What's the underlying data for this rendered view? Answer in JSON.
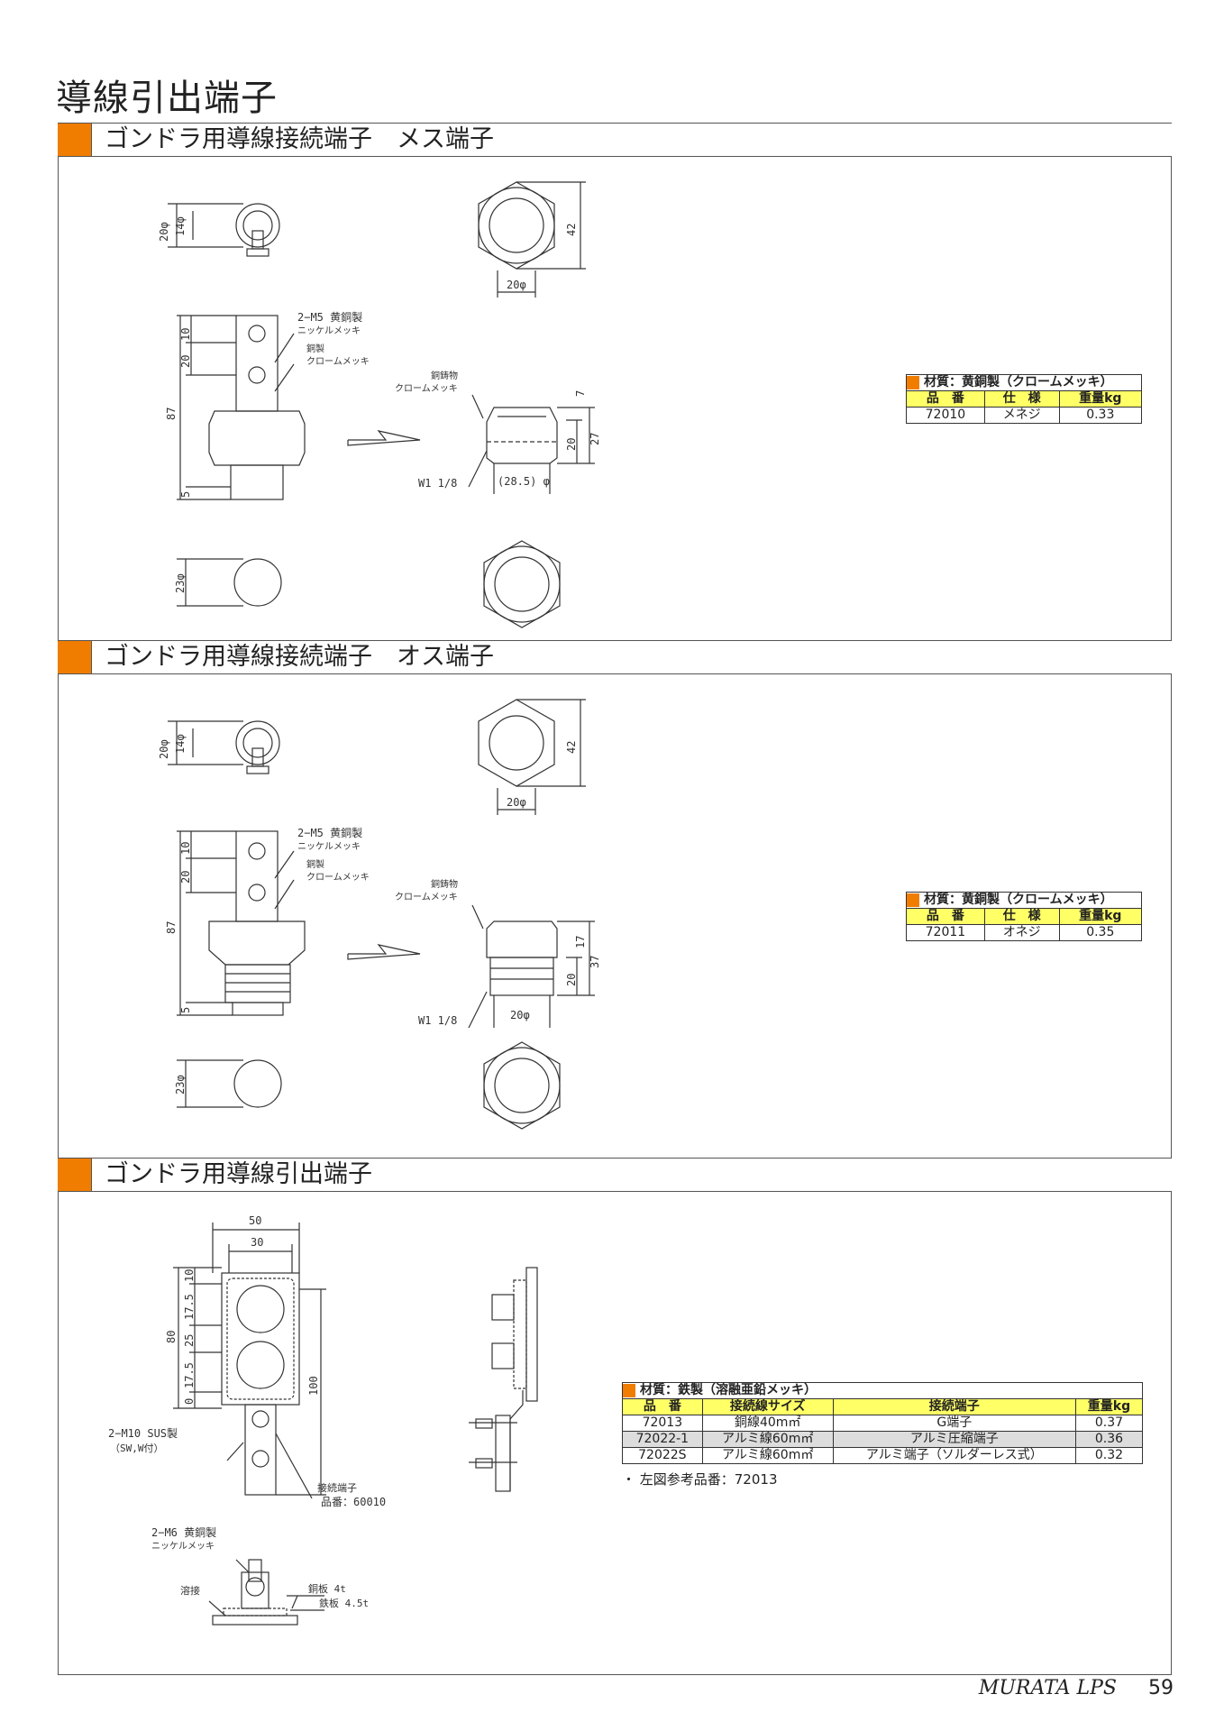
{
  "page_title": "導線引出端子",
  "sections": [
    {
      "title": "ゴンドラ用導線接続端子　メス端子"
    },
    {
      "title": "ゴンドラ用導線接続端子　オス端子"
    },
    {
      "title": "ゴンドラ用導線引出端子"
    }
  ],
  "drawing1": {
    "d20": "20φ",
    "d14": "14φ",
    "hex42": "42",
    "hex20": "20φ",
    "d10": "10",
    "d20b": "20",
    "d87": "87",
    "d5": "5",
    "m5": "2−M5 黄銅製",
    "m5b": "ニッケルメッキ",
    "copper": "銅製",
    "copper_b": "クロームメッキ",
    "cast": "銅鋳物",
    "cast_b": "クロームメッキ",
    "d7": "7",
    "d20c": "20",
    "d27": "27",
    "w1": "W1 1/8",
    "d285": "(28.5) φ",
    "d23": "23φ"
  },
  "drawing2": {
    "d20": "20φ",
    "d14": "14φ",
    "hex42": "42",
    "hex20": "20φ",
    "d10": "10",
    "d20b": "20",
    "d87": "87",
    "d5": "5",
    "m5": "2−M5 黄銅製",
    "m5b": "ニッケルメッキ",
    "copper": "銅製",
    "copper_b": "クロームメッキ",
    "cast": "銅鋳物",
    "cast_b": "クロームメッキ",
    "d17": "17",
    "d20c": "20",
    "d37": "37",
    "w1": "W1 1/8",
    "d20d": "20φ",
    "d23": "23φ"
  },
  "drawing3": {
    "d50": "50",
    "d30": "30",
    "d10": "10",
    "d175a": "17.5",
    "d25": "25",
    "d175b": "17.5",
    "d0": "0",
    "d80": "80",
    "d100": "100",
    "m10": "2−M10 SUS製",
    "m10b": "（SW,W付）",
    "term": "接続端子",
    "term_b": "品番：60010",
    "m6": "2−M6 黄銅製",
    "m6b": "ニッケルメッキ",
    "weld": "溶接",
    "cu4": "銅板 4t",
    "fe45": "鉄板 4.5t"
  },
  "table1": {
    "material": "材質：黄銅製（クロームメッキ）",
    "headers": [
      "品　番",
      "仕　様",
      "重量kg"
    ],
    "rows": [
      [
        "72010",
        "メネジ",
        "0.33"
      ]
    ]
  },
  "table2": {
    "material": "材質：黄銅製（クロームメッキ）",
    "headers": [
      "品　番",
      "仕　様",
      "重量kg"
    ],
    "rows": [
      [
        "72011",
        "オネジ",
        "0.35"
      ]
    ]
  },
  "table3": {
    "material": "材質：鉄製（溶融亜鉛メッキ）",
    "headers": [
      "品　番",
      "接続線サイズ",
      "接続端子",
      "重量kg"
    ],
    "rows": [
      [
        "72013",
        "銅線40m㎡",
        "G端子",
        "0.37"
      ],
      [
        "72022-1",
        "アルミ線60m㎡",
        "アルミ圧縮端子",
        "0.36"
      ],
      [
        "72022S",
        "アルミ線60m㎡",
        "アルミ端子（ソルダーレス式）",
        "0.32"
      ]
    ],
    "note": "・ 左図参考品番：72013"
  },
  "footer": {
    "brand": "MURATA LPS",
    "page_no": "59"
  },
  "colors": {
    "accent": "#f07d00",
    "header_bg": "#ffff66",
    "alt_row": "#dddddd"
  }
}
